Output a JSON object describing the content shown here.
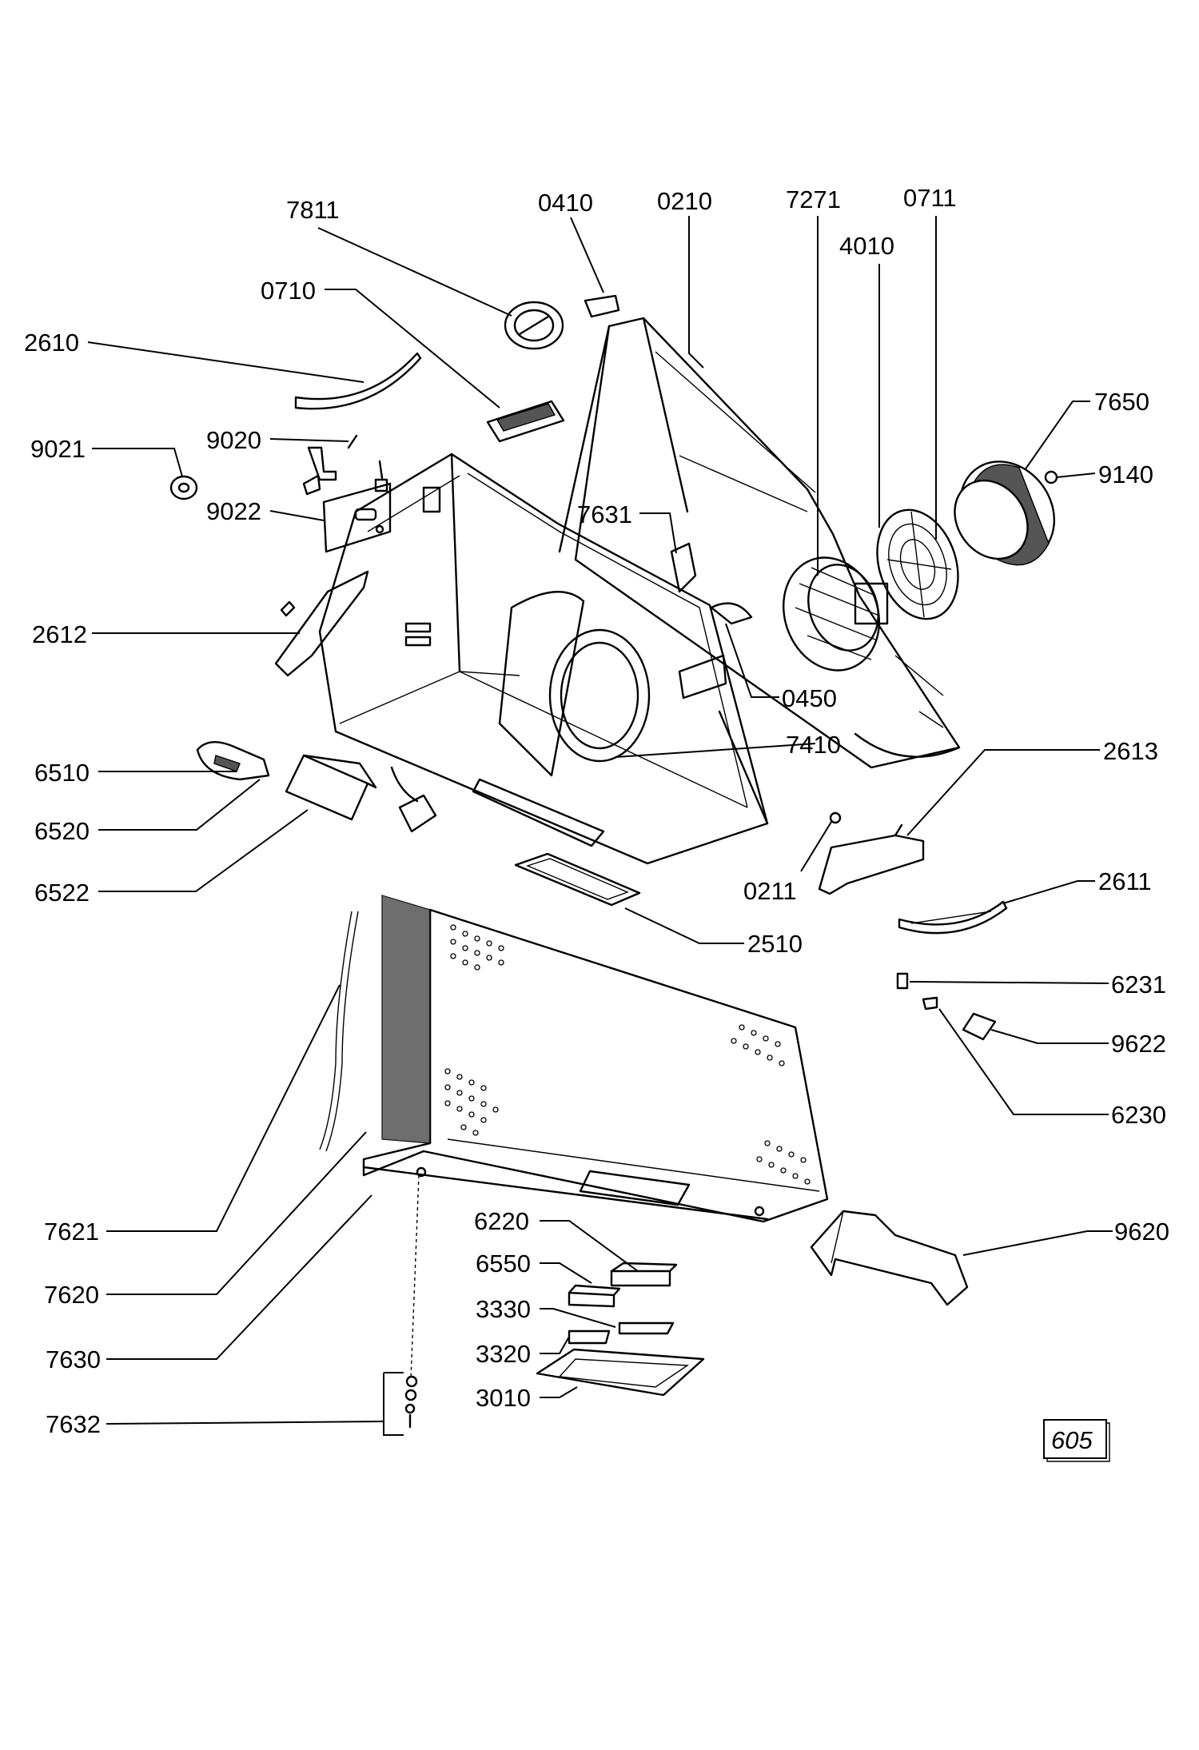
{
  "diagram": {
    "page_number": "605",
    "labels": {
      "p7811": "7811",
      "p0410": "0410",
      "p0210": "0210",
      "p7271": "7271",
      "p0711": "0711",
      "p4010": "4010",
      "p0710": "0710",
      "p2610": "2610",
      "p7650": "7650",
      "p9020": "9020",
      "p9021": "9021",
      "p9140": "9140",
      "p9022": "9022",
      "p7631": "7631",
      "p2612": "2612",
      "p0450": "0450",
      "p7410": "7410",
      "p2613": "2613",
      "p6510": "6510",
      "p6520": "6520",
      "p6522": "6522",
      "p0211": "0211",
      "p2611": "2611",
      "p2510": "2510",
      "p6231": "6231",
      "p9622": "9622",
      "p6230": "6230",
      "p6220": "6220",
      "p9620": "9620",
      "p7621": "7621",
      "p6550": "6550",
      "p3330": "3330",
      "p7620": "7620",
      "p3320": "3320",
      "p7630": "7630",
      "p3010": "3010",
      "p7632": "7632"
    }
  }
}
